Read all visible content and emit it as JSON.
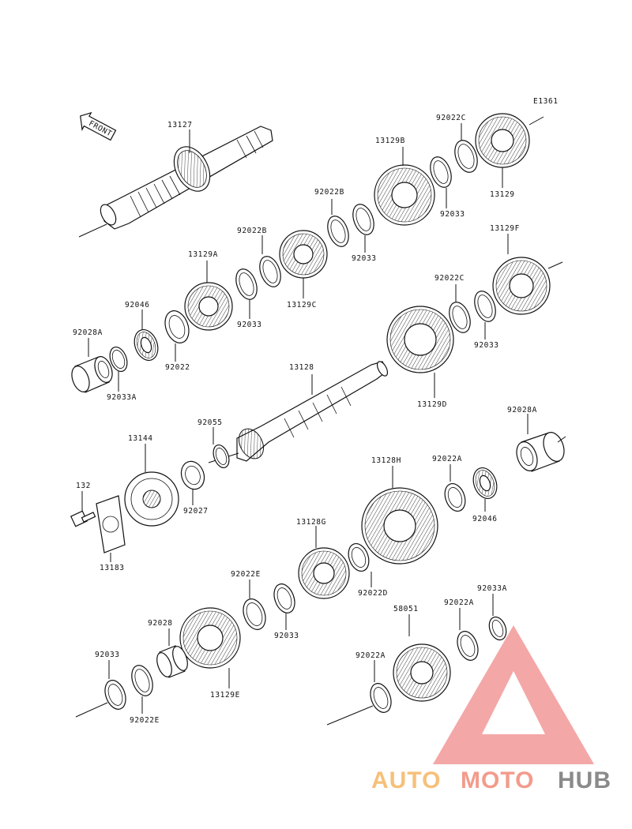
{
  "diagram_code": "E1361",
  "front_label": "FRONT",
  "watermark": {
    "part1": "AUTO",
    "part2": "MOTO",
    "part3": "HUB",
    "color1": "#f6c07a",
    "color2": "#f39b8c",
    "color3": "#8a8a8a",
    "logo_color": "#f08a8a"
  },
  "labels": {
    "p13127": "13127",
    "p13129B": "13129B",
    "p92022C_top": "92022C",
    "p13129": "13129",
    "p92033_a": "92033",
    "p92022B_1": "92022B",
    "p92022B_2": "92022B",
    "p92033_b": "92033",
    "p13129A": "13129A",
    "p13129C": "13129C",
    "p92033_c": "92033",
    "p13129F": "13129F",
    "p92022C_mid": "92022C",
    "p92033_d": "92033",
    "p92046_1": "92046",
    "p92028A_1": "92028A",
    "p92022_1": "92022",
    "p92033A_1": "92033A",
    "p13128": "13128",
    "p13129D": "13129D",
    "p92028A_2": "92028A",
    "p92055": "92055",
    "p13144": "13144",
    "p132": "132",
    "p92027": "92027",
    "p13183": "13183",
    "p13128H": "13128H",
    "p92022A_1": "92022A",
    "p92046_2": "92046",
    "p13128G": "13128G",
    "p92022D": "92022D",
    "p92022E_1": "92022E",
    "p92033_e": "92033",
    "p92028": "92028",
    "p92033_f": "92033",
    "p92022E_2": "92022E",
    "p13129E": "13129E",
    "p58051": "58051",
    "p92022A_2": "92022A",
    "p92022A_3": "92022A",
    "p92033A_2": "92033A"
  }
}
